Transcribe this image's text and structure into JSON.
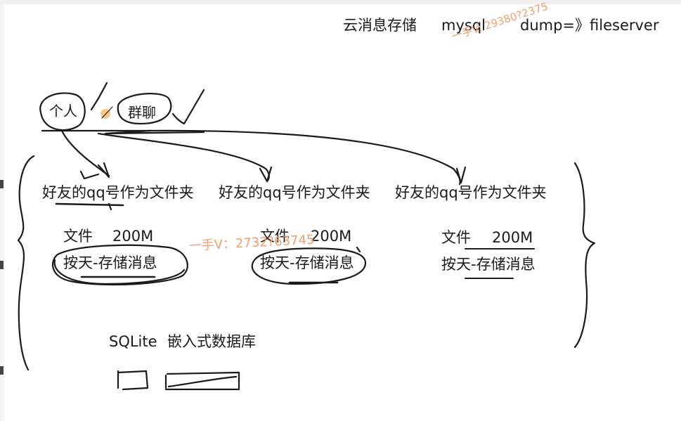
{
  "header": {
    "part1": "云消息存储",
    "part2": "mysql",
    "part3": "dump=》fileserver"
  },
  "categories": {
    "personal": "个人",
    "group": "群聊"
  },
  "folders": [
    {
      "label": "好友的qq号作为文件夹",
      "file_label": "文件",
      "file_size": "200M",
      "storage_rule": "按天-存储消息"
    },
    {
      "label": "好友的qq号作为文件夹",
      "file_label": "文件",
      "file_size": "200M",
      "storage_rule": "按天-存储消息"
    },
    {
      "label": "好友的qq号作为文件夹",
      "file_label": "文件",
      "file_size": "200M",
      "storage_rule": "按天-存储消息"
    }
  ],
  "sqlite": {
    "name": "SQLite",
    "desc": "嵌入式数据库"
  },
  "watermarks": {
    "top": "一手V: 29380?2375",
    "middle": "一手V：2732?63745"
  },
  "colors": {
    "ink": "#1a1a1a",
    "watermark": "#f0a070",
    "highlight": "#f7c88a"
  }
}
